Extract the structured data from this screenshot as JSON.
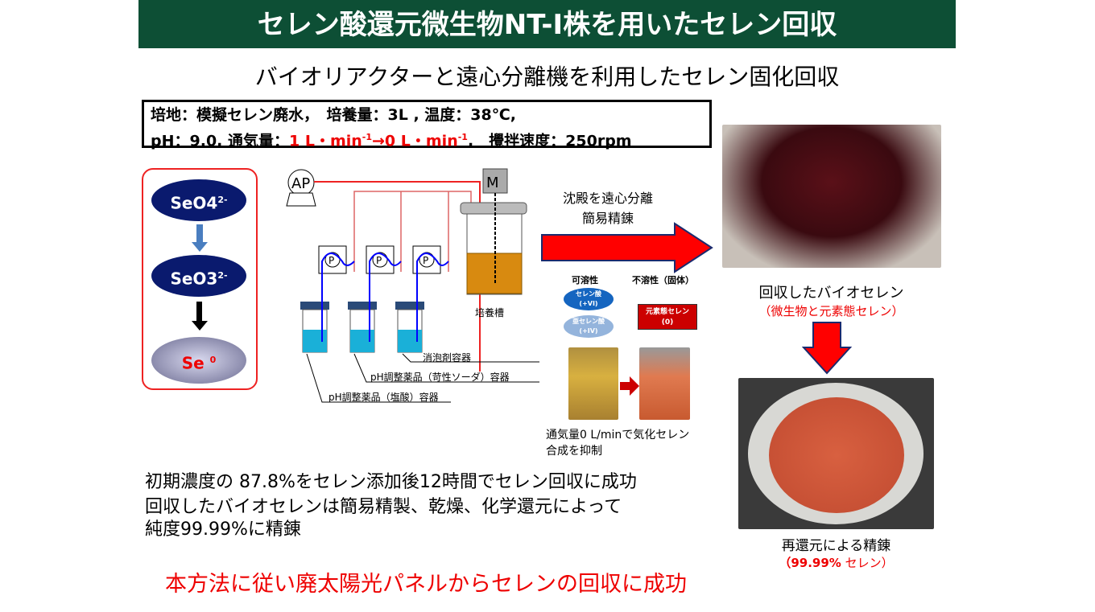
{
  "title": "セレン酸還元微生物NT-I株を用いたセレン回収",
  "subtitle": "バイオリアクターと遠心分離機を利用したセレン固化回収",
  "conditions": {
    "line1": "培地：模擬セレン廃水，　培養量：3L , 温度：38℃,",
    "line2_a": "pH：9.0, 通気量：",
    "line2_red_a": "1 L・min",
    "line2_sup1": "-1",
    "line2_red_b": "→0 L・min",
    "line2_sup2": "-1",
    "line2_b": ",　攪拌速度：250rpm"
  },
  "chain": {
    "seo4": "SeO4",
    "seo4_charge": "2-",
    "seo3": "SeO3",
    "seo3_charge": "2-",
    "se": "Se",
    "se_charge": "0"
  },
  "diagram": {
    "ap": "AP",
    "motor": "M",
    "pump": "P",
    "tank_label": "培養槽",
    "antifoam": "消泡剤容器",
    "naoh": "pH調整薬品（苛性ソーダ）容器",
    "hcl": "pH調整薬品（塩酸）容器"
  },
  "process": {
    "line1": "沈殿を遠心分離",
    "line2": "簡易精錬"
  },
  "solubility": {
    "soluble": "可溶性",
    "insoluble": "不溶性（固体）",
    "selenate": "セレン酸",
    "selenate_ox": "(+VI)",
    "selenite": "亜セレン酸",
    "selenite_ox": "(+IV)",
    "elemental": "元素態セレン",
    "elemental_ox": "(0)"
  },
  "aeration_caption": {
    "line1": "通気量0 L/minで気化セレン",
    "line2": "合成を抑制"
  },
  "bio_caption": {
    "line1": "回収したバイオセレン",
    "line2": "（微生物と元素態セレン）"
  },
  "refine_caption": {
    "line1": "再還元による精錬",
    "line2_red": "（99.99%",
    "line2_rest": " セレン）"
  },
  "summary": [
    "初期濃度の 87.8%をセレン添加後12時間でセレン回収に成功",
    "回収したバイオセレンは簡易精製、乾燥、化学還元によって",
    "純度99.99%に精錬"
  ],
  "conclusion": "本方法に従い廃太陽光パネルからセレンの回収に成功",
  "colors": {
    "title_bg": "#0d4f35",
    "accent_red": "#e00000",
    "navy": "#0a1a6e"
  }
}
